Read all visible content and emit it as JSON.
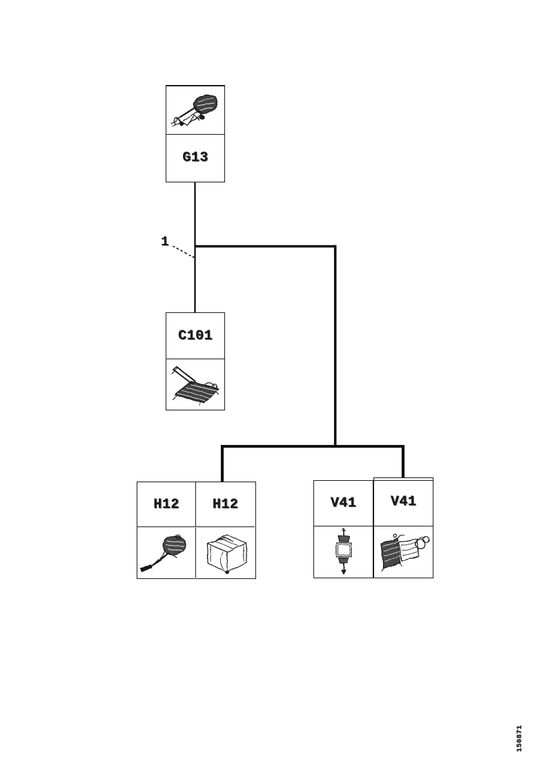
{
  "page": {
    "background": "#ffffff",
    "ink": "#161616"
  },
  "diagram": {
    "type": "component-location-wiring-diagram",
    "callout": {
      "label": "1"
    },
    "nodes": {
      "g13": {
        "label": "G13",
        "image": "washer-pump-line-art"
      },
      "c101": {
        "label": "C101",
        "image": "harness-connector-line-art"
      },
      "h12_left": {
        "label": "H12",
        "image": "horn-with-lead-line-art"
      },
      "h12_right": {
        "label": "H12",
        "image": "horn-box-line-art"
      },
      "v41_left": {
        "label": "V41",
        "image": "inline-pump-line-art"
      },
      "v41_right": {
        "label": "V41",
        "image": "motor-assembly-line-art"
      }
    },
    "connections": [
      "G13 to C101 (wire marked by callout 1)",
      "branch from G13-C101 wire to H12 / H12",
      "branch from G13-C101 wire to V41 / V41"
    ],
    "figure_number": "150871"
  }
}
